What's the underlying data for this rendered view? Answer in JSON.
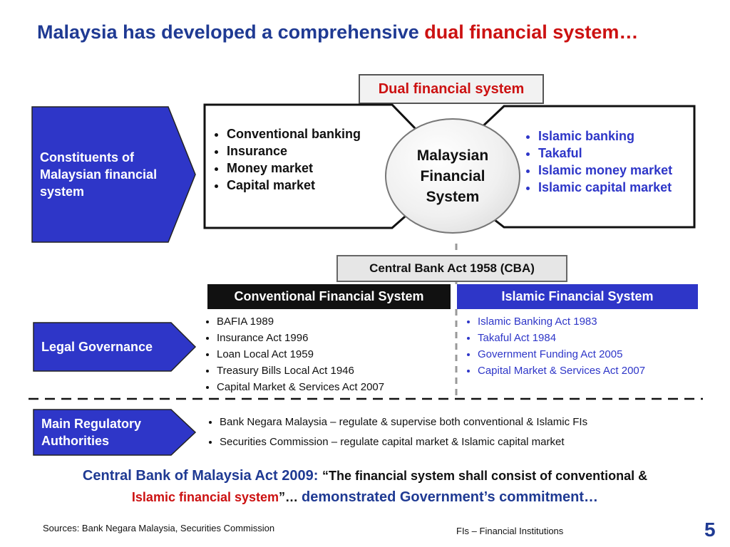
{
  "title": {
    "main": "Malaysia has developed a comprehensive ",
    "highlight": "dual financial system…"
  },
  "dual_label": "Dual financial system",
  "constituents": {
    "label_lines": [
      "Constituents of",
      "Malaysian financial",
      "system"
    ],
    "conventional_items": [
      "Conventional banking",
      "Insurance",
      "Money market",
      "Capital market"
    ],
    "islamic_items": [
      "Islamic banking",
      "Takaful",
      "Islamic money market",
      "Islamic capital market"
    ],
    "center_lines": [
      "Malaysian",
      "Financial",
      "System"
    ]
  },
  "cba_label": "Central Bank Act 1958 (CBA)",
  "headers": {
    "conventional": "Conventional Financial System",
    "islamic": "Islamic Financial System"
  },
  "legal": {
    "label": "Legal Governance",
    "conventional": [
      "BAFIA 1989",
      "Insurance Act 1996",
      "Loan Local Act 1959",
      "Treasury Bills Local  Act 1946",
      "Capital Market & Services Act 2007"
    ],
    "islamic": [
      "Islamic Banking Act 1983",
      "Takaful Act 1984",
      "Government Funding Act 2005",
      "Capital Market & Services Act 2007"
    ]
  },
  "regulators": {
    "label_lines": [
      "Main Regulatory",
      "Authorities"
    ],
    "items": [
      "Bank Negara Malaysia – regulate & supervise both conventional & Islamic FIs",
      "Securities Commission – regulate capital market & Islamic capital market"
    ]
  },
  "quote": {
    "act": "Central Bank of Malaysia Act 2009: ",
    "text_black": "“The financial system shall consist of conventional &",
    "text_red": "Islamic financial system",
    "close": "”… ",
    "tail": "demonstrated Government’s commitment…"
  },
  "footer": {
    "sources": "Sources: Bank Negara Malaysia, Securities Commission",
    "fis": "FIs – Financial Institutions",
    "page": "5"
  },
  "colors": {
    "navy": "#1f3a93",
    "red": "#cc1111",
    "arrow_fill": "#2e36c8",
    "black": "#111111"
  }
}
